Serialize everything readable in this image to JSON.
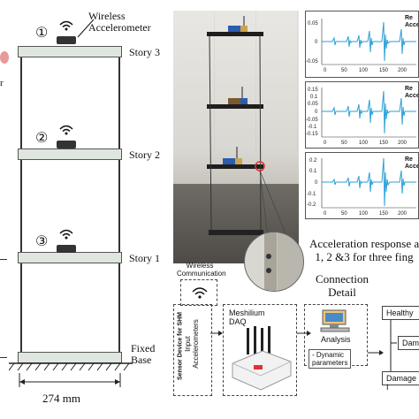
{
  "diagram": {
    "sensor_label": "Wireless\nAccelerometer",
    "stories": [
      "Story 3",
      "Story 2",
      "Story 1"
    ],
    "fixed_base": "Fixed\nBase",
    "sensor_numbers": [
      "①",
      "②",
      "③"
    ],
    "width_label": "274 mm",
    "left_fragment": "r"
  },
  "photo": {
    "caption_main": "Acceleration response a\n1, 2 &3 for three fing",
    "connection_detail": "Connection\nDetail"
  },
  "plots": [
    {
      "title": "Re\nAccele",
      "yticks": [
        "0.05",
        "0",
        "-0.05"
      ],
      "xticks": [
        "0",
        "50",
        "100",
        "150",
        "200"
      ]
    },
    {
      "title": "Re\nAccele",
      "yticks": [
        "0.15",
        "0.1",
        "0.05",
        "0",
        "-0.05",
        "-0.1",
        "-0.15"
      ],
      "xticks": [
        "0",
        "50",
        "100",
        "150",
        "200"
      ]
    },
    {
      "title": "Re\nAccele",
      "yticks": [
        "0.2",
        "0.1",
        "0",
        "-0.1",
        "-0.2"
      ],
      "xticks": [
        "0",
        "50",
        "100",
        "150",
        "200"
      ]
    }
  ],
  "flow": {
    "wireless_comm": "Wireless\nCommunication",
    "sensor_device": "Sensor Device for SHM",
    "input_acc": "Input\nAccelerometers",
    "meshilium": "Meshilium\nDAQ",
    "analysis": "Analysis",
    "dynamic": "- Dynamic\nparameters",
    "healthy": "Healthy",
    "damage": "Dama",
    "damage_i": "Damage I"
  },
  "colors": {
    "signal": "#2a9fd6",
    "slab": "#dfe6df",
    "accent_red": "#d33"
  }
}
